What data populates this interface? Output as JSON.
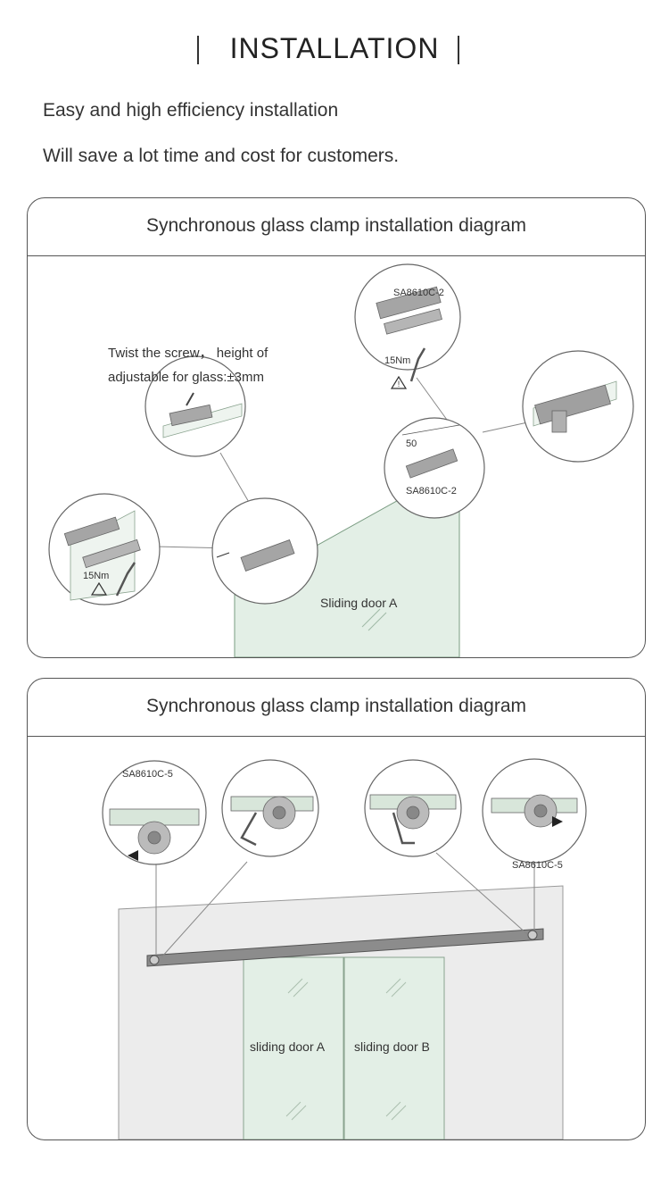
{
  "header": {
    "title": "INSTALLATION"
  },
  "intro": {
    "line1": "Easy and high efficiency installation",
    "line2": "Will save a lot time and cost for customers."
  },
  "panel1": {
    "title": "Synchronous glass clamp installation diagram",
    "note_line1": "Twist the screw， height of",
    "note_line2": "adjustable for glass:±3mm",
    "part_top": "SA8610C-2",
    "part_mid": "SA8610C-2",
    "torque_top": "15Nm",
    "torque_left": "15Nm",
    "dimension": "50",
    "door_label": "Sliding door A"
  },
  "panel2": {
    "title": "Synchronous glass clamp installation diagram",
    "part_left": "SA8610C-5",
    "part_right": "SA8610C-5",
    "door_a": "sliding door A",
    "door_b": "sliding door B"
  },
  "colors": {
    "glass": "#e3efe6",
    "outline": "#555555",
    "wall": "#ececec",
    "metal": "#9a9a9a"
  }
}
